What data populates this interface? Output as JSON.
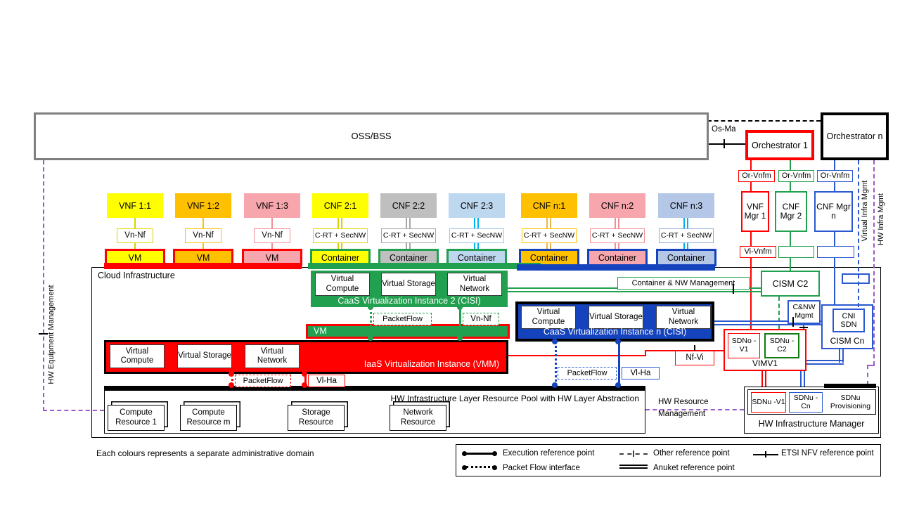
{
  "colors": {
    "red": "#FF0000",
    "green": "#21A04F",
    "green_dark": "#107C10",
    "blue_fill": "#1543BE",
    "blue_line": "#2B59D0",
    "purple": "#9B59C9",
    "oss_border": "#7F7F7F",
    "black": "#000000",
    "legend_dash": "#404040"
  },
  "top": {
    "oss": "OSS/BSS",
    "os_ma": "Os-Ma",
    "orchestrator_1": "Orchestrator 1",
    "orchestrator_n": "Orchestrator n"
  },
  "managers": {
    "or_vnfm": "Or-Vnfm",
    "vnf_mgr_1": "VNF Mgr 1",
    "cnf_mgr_2": "CNF Mgr 2",
    "cnf_mgr_n": "CNF Mgr n",
    "vi_vnfm": "Vi-Vnfm"
  },
  "vertical_labels": {
    "hw_equipment": "HW Equipment Management",
    "virtual_infra": "Virtual Infra Mgmt",
    "hw_infra": "HW Infra Mgmt"
  },
  "nf_columns": [
    {
      "title": "VNF 1:1",
      "iface": "Vn-Nf",
      "runtime": "VM",
      "fill": "#FFFF00",
      "line": "#DCCF00",
      "iface_border": "#E0D400",
      "runtime_border": "#FF0000"
    },
    {
      "title": "VNF 1:2",
      "iface": "Vn-Nf",
      "runtime": "VM",
      "fill": "#FFC000",
      "line": "#FFC000",
      "iface_border": "#FFC000",
      "runtime_border": "#FF0000"
    },
    {
      "title": "VNF 1:3",
      "iface": "Vn-Nf",
      "runtime": "VM",
      "fill": "#F6A6AC",
      "line": "#F08E96",
      "iface_border": "#F08E96",
      "runtime_border": "#FF0000"
    },
    {
      "title": "CNF 2:1",
      "iface": "C-RT + SecNW",
      "runtime": "Container",
      "fill": "#FFFF00",
      "line": "#DCCF00",
      "iface_border": "#E0D400",
      "runtime_border": "#21A04F"
    },
    {
      "title": "CNF 2:2",
      "iface": "C-RT + SecNW",
      "runtime": "Container",
      "fill": "#BFBFBF",
      "line": "#A6A6A6",
      "iface_border": "#A6A6A6",
      "runtime_border": "#21A04F"
    },
    {
      "title": "CNF 2:3",
      "iface": "C-RT + SecNW",
      "runtime": "Container",
      "fill": "#BDD7EE",
      "line": "#00B0F0",
      "iface_border": "#9DC3E6",
      "runtime_border": "#21A04F"
    },
    {
      "title": "CNF n:1",
      "iface": "C-RT + SecNW",
      "runtime": "Container",
      "fill": "#FFC000",
      "line": "#E8B84B",
      "iface_border": "#FFC000",
      "runtime_border": "#1543BE"
    },
    {
      "title": "CNF n:2",
      "iface": "C-RT + SecNW",
      "runtime": "Container",
      "fill": "#F6A6AC",
      "line": "#F08E96",
      "iface_border": "#F08E96",
      "runtime_border": "#1543BE"
    },
    {
      "title": "CNF n:3",
      "iface": "C-RT + SecNW",
      "runtime": "Container",
      "fill": "#B4C7E7",
      "line": "#00B0F0",
      "iface_border": "#8FAADC",
      "runtime_border": "#1543BE"
    }
  ],
  "cloud": {
    "title": "Cloud Infrastructure",
    "caas2": {
      "label": "CaaS Virtualization Instance 2 (CISI)",
      "compute": "Virtual Compute",
      "storage": "Virtual Storage",
      "network": "Virtual Network"
    },
    "caasn": {
      "label": "CaaS Virtualization Instance n (CISI)",
      "compute": "Virtual Compute",
      "storage": "Virtual Storage",
      "network": "Virtual Network"
    },
    "iaas": {
      "label": "IaaS Virtualization Instance (VMM)",
      "compute": "Virtual Compute",
      "storage": "Virtual Storage",
      "network": "Virtual Network"
    },
    "vm_strip": "VM",
    "pool": {
      "label": "HW Infrastructure Layer Resource Pool with HW Layer Abstraction",
      "resources": [
        "Compute Resource 1",
        "Compute Resource m",
        "Storage Resource",
        "Network Resource"
      ]
    }
  },
  "ref_points": {
    "packetflow": "PacketFlow",
    "vn_nf": "Vn-Nf",
    "vl_ha": "Vl-Ha",
    "nf_vi": "Nf-Vi",
    "container_nw_mgmt": "Container & NW Management",
    "hw_resource_mgmt": "HW Resource Management"
  },
  "right_stack": {
    "cism_c2": "CISM C2",
    "cnw_mgmt": "C&NW Mgmt",
    "cism_cn": "CISM Cn",
    "cni_sdn": "CNI SDN",
    "vimv1": "VIMV1",
    "sdno_v1": "SDNo -V1",
    "sdnu_c2": "SDNu -C2",
    "hw_mgr": "HW Infrastructure Manager",
    "sdnu_v1": "SDNu -V1",
    "sdnu_cn": "SDNu -Cn",
    "sdnu_prov": "SDNu Provisioning"
  },
  "legend": {
    "execution": "Execution reference point",
    "packet_flow": "Packet Flow interface",
    "other": "Other reference point",
    "anuket": "Anuket reference point",
    "etsi": "ETSI NFV reference point"
  },
  "note": "Each colours represents a separate administrative domain"
}
